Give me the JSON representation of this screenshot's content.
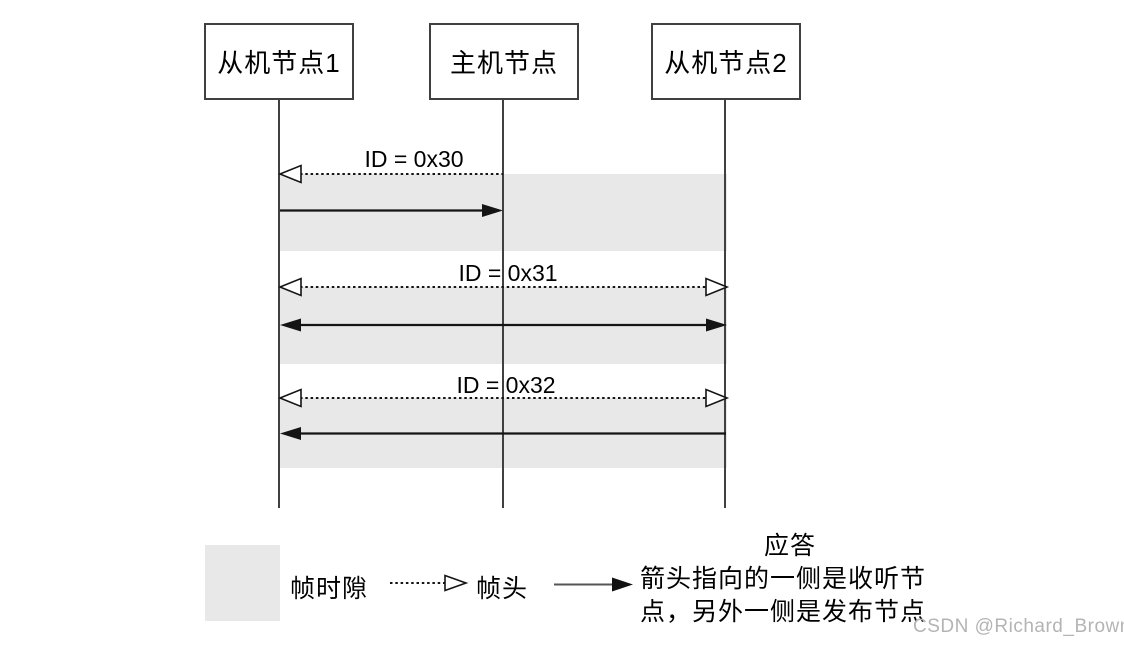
{
  "diagram": {
    "nodes": [
      {
        "label": "从机节点1",
        "role": "slave-node-1"
      },
      {
        "label": "主机节点",
        "role": "master-node"
      },
      {
        "label": "从机节点2",
        "role": "slave-node-2"
      }
    ],
    "frames": [
      {
        "id_label": "ID = 0x30",
        "header_arrow": "dashed, hollow head pointing to slave1",
        "response_arrow": "solid, head pointing to master"
      },
      {
        "id_label": "ID = 0x31",
        "header_arrow": "dashed, hollow heads both ends",
        "response_arrow": "solid, heads both ends"
      },
      {
        "id_label": "ID = 0x32",
        "header_arrow": "dashed, hollow heads both ends",
        "response_arrow": "solid, head pointing to slave1"
      }
    ]
  },
  "legend": {
    "slot_label": "帧时隙",
    "header_label": "帧头",
    "response_title": "应答",
    "response_desc_line1": "箭头指向的一侧是收听节",
    "response_desc_line2": "点，另外一侧是发布节点"
  },
  "watermark": "CSDN @Richard_Brown",
  "colors": {
    "frame_slot_gray": "#e8e8e8",
    "box_line_dark": "#404040",
    "arrow_black": "#141414",
    "watermark_gray": "#b4b4b4"
  }
}
